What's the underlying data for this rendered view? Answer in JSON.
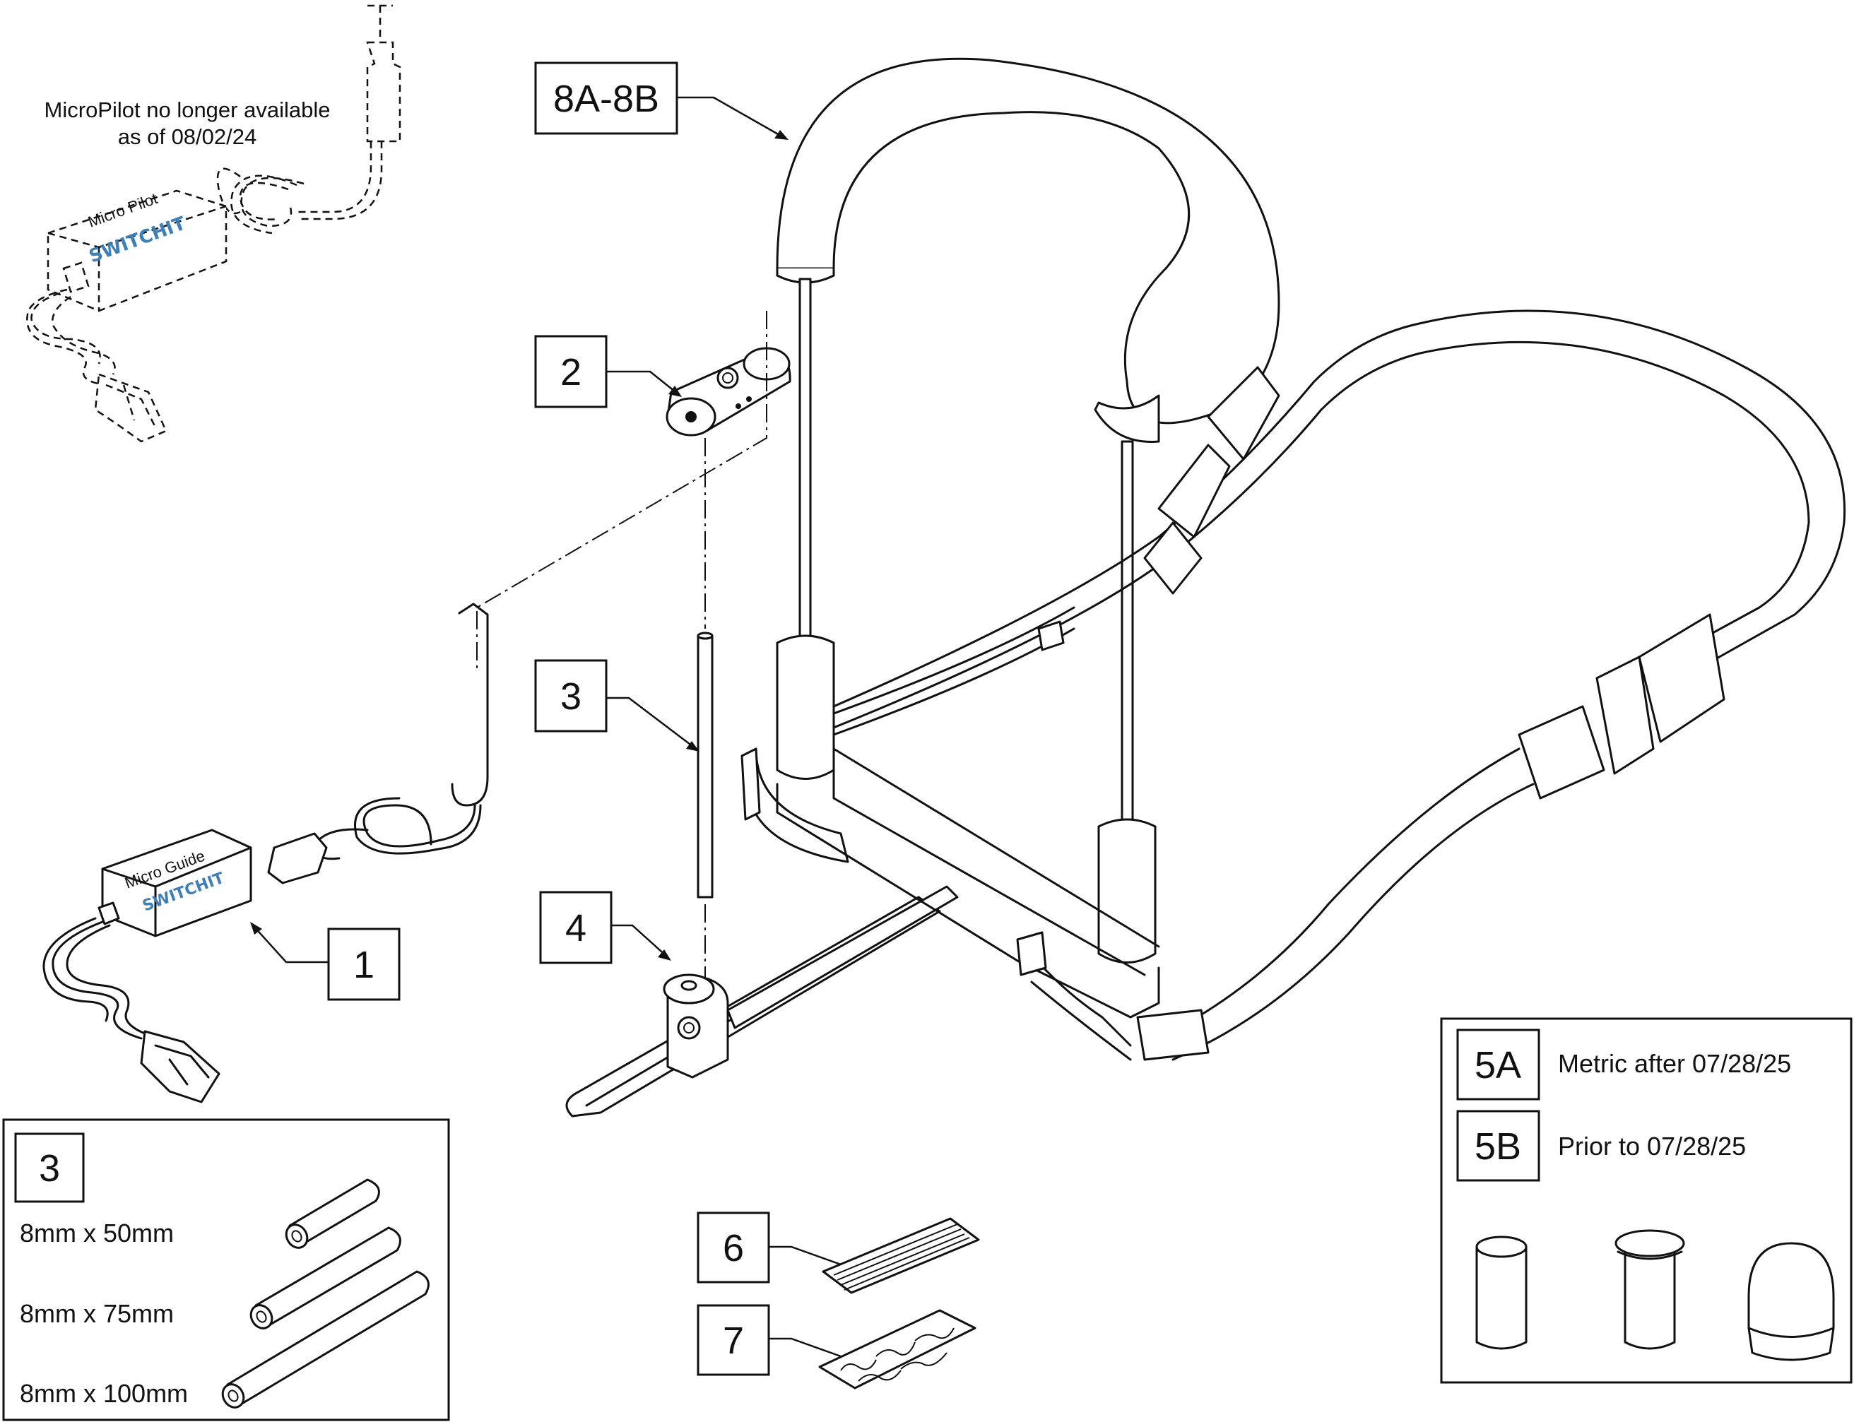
{
  "callouts": {
    "c8ab": "8A-8B",
    "c2": "2",
    "c3": "3",
    "c4": "4",
    "c1": "1",
    "c6": "6",
    "c7": "7"
  },
  "note": {
    "line1": "MicroPilot no longer available",
    "line2": "as of 08/02/24"
  },
  "device_labels": {
    "pilot_name": "Micro Pilot",
    "pilot_brand": "SWITCHIT",
    "guide_name": "Micro Guide",
    "guide_brand": "SWITCHIT"
  },
  "tube_box": {
    "number": "3",
    "sizes": [
      "8mm x 50mm",
      "8mm x 75mm",
      "8mm x 100mm"
    ]
  },
  "cap_box": {
    "items": [
      {
        "code": "5A",
        "text": "Metric after 07/28/25"
      },
      {
        "code": "5B",
        "text": "Prior to 07/28/25"
      }
    ]
  }
}
